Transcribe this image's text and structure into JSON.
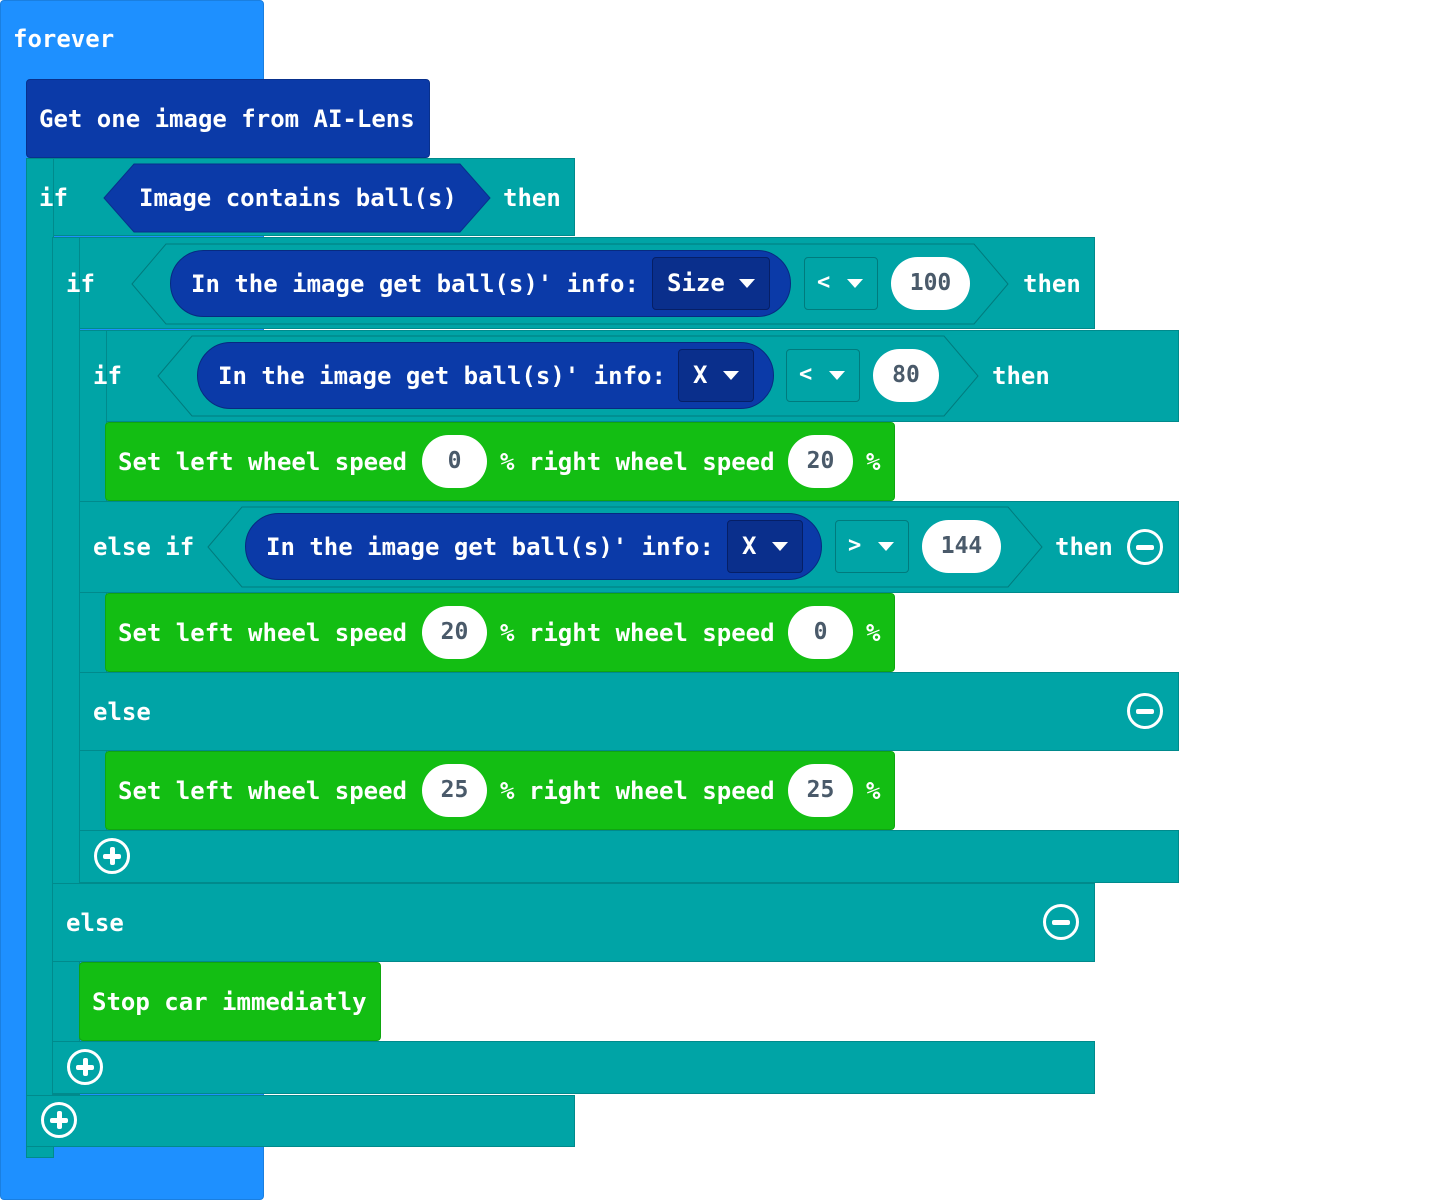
{
  "forever": {
    "label": "forever"
  },
  "get_image": {
    "label": "Get one image from AI-Lens"
  },
  "outer_if": {
    "if_label": "if",
    "condition": "Image contains ball(s)",
    "then_label": "then",
    "else_label": "else"
  },
  "size_if": {
    "if_label": "if",
    "info_label": "In the image get ball(s)' info:",
    "field": "Size",
    "operator": "<",
    "value": "100",
    "then_label": "then"
  },
  "x_if": {
    "if_label": "if",
    "info_label": "In the image get ball(s)' info:",
    "field": "X",
    "operator": "<",
    "value": "80",
    "then_label": "then"
  },
  "else_if": {
    "label": "else if",
    "info_label": "In the image get ball(s)' info:",
    "field": "X",
    "operator": ">",
    "value": "144",
    "then_label": "then"
  },
  "inner_else": {
    "label": "else"
  },
  "wheel_blocks": [
    {
      "left_label": "Set left wheel speed",
      "left_value": "0",
      "mid_label": "% right wheel speed",
      "right_value": "20",
      "end_label": "%"
    },
    {
      "left_label": "Set left wheel speed",
      "left_value": "20",
      "mid_label": "% right wheel speed",
      "right_value": "0",
      "end_label": "%"
    },
    {
      "left_label": "Set left wheel speed",
      "left_value": "25",
      "mid_label": "% right wheel speed",
      "right_value": "25",
      "end_label": "%"
    }
  ],
  "stop": {
    "label": "Stop car immediatly"
  },
  "icons": {
    "add": "plus-circle-icon",
    "remove": "minus-circle-icon",
    "dropdown": "caret-down-icon"
  },
  "colors": {
    "loop": "#1e90ff",
    "logic": "#00a4a6",
    "ai_lens": "#0b3aa8",
    "motion": "#13be13"
  }
}
